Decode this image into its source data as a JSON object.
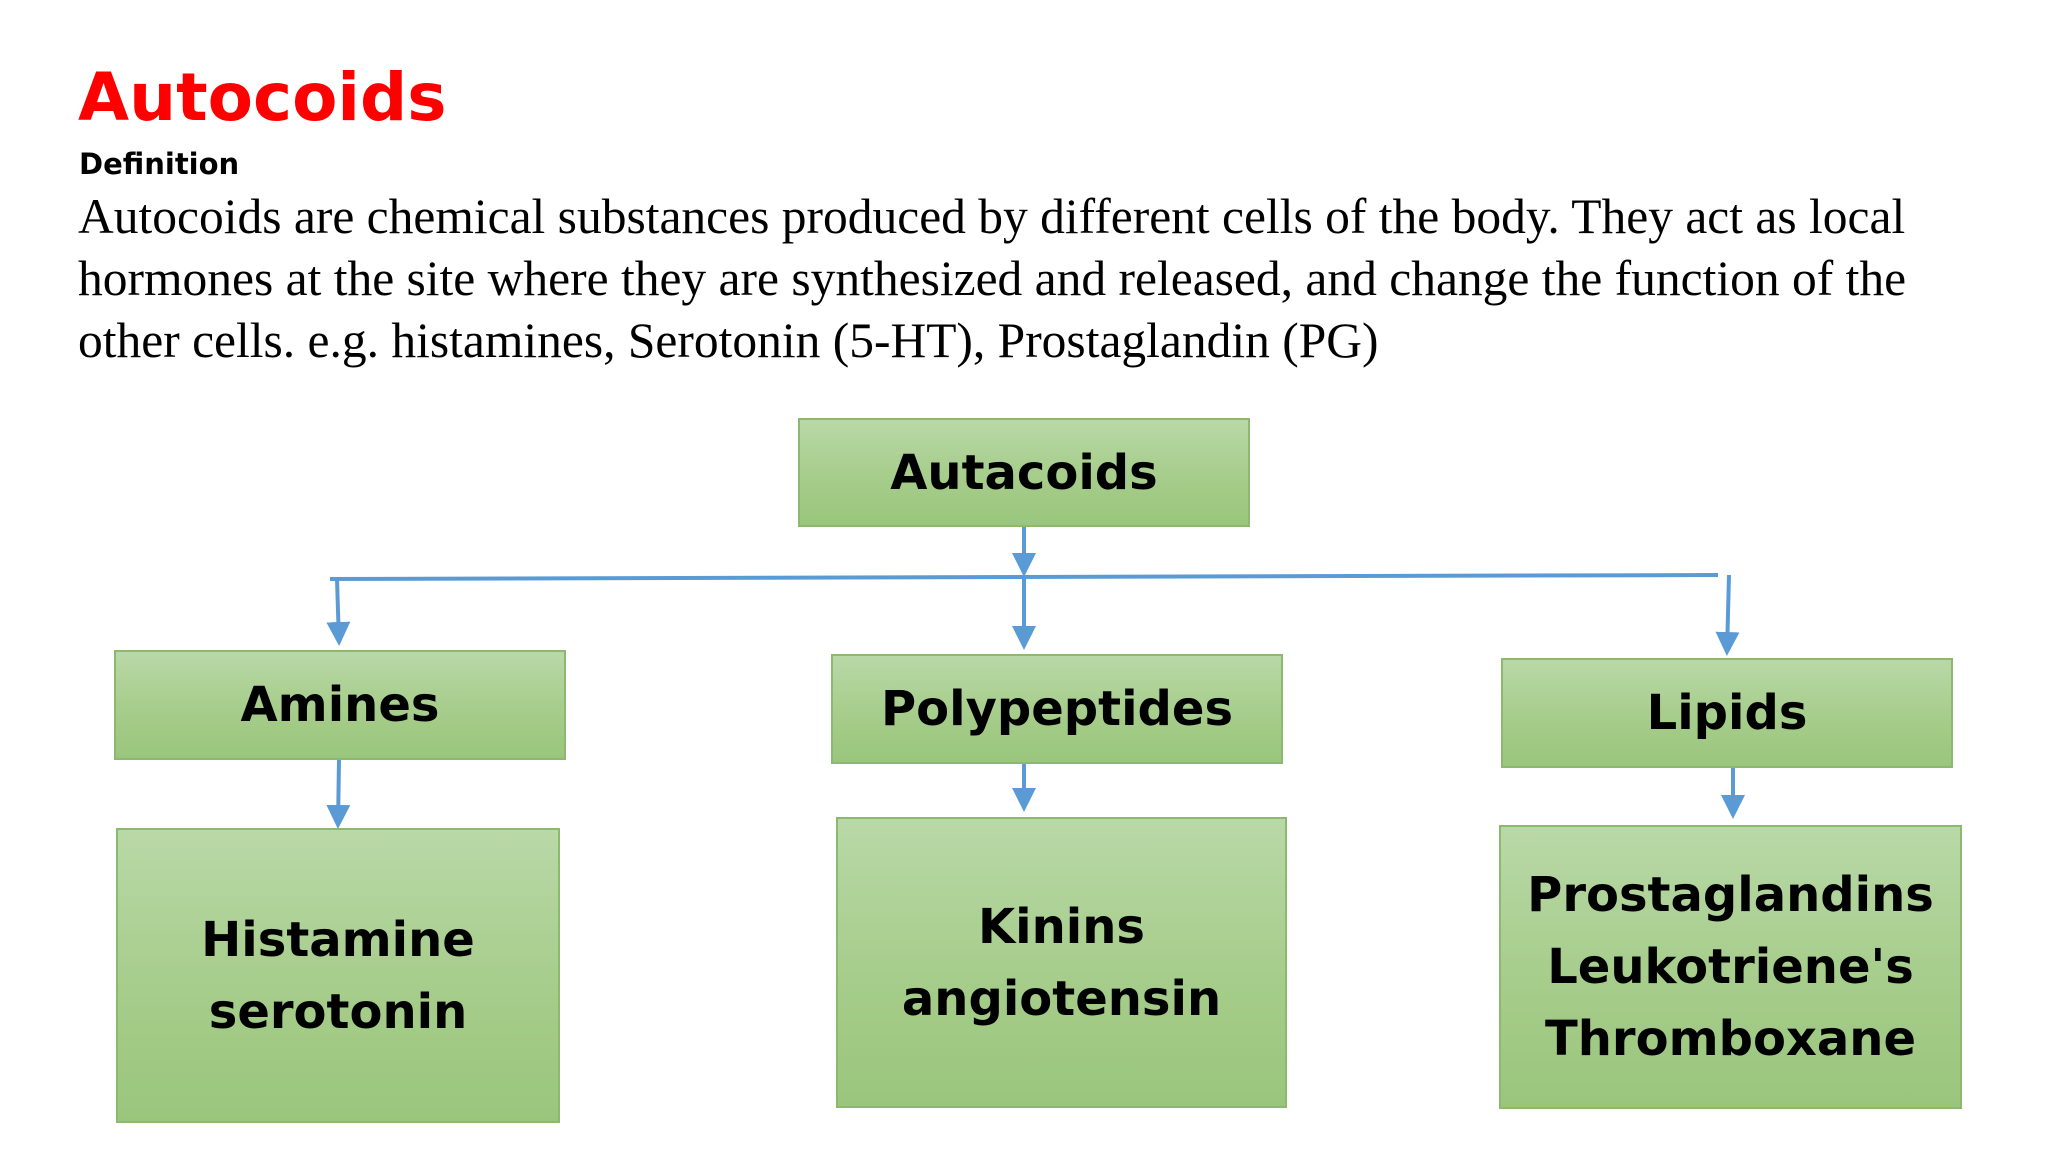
{
  "slide": {
    "title": "Autocoids",
    "subtitle": "Definition",
    "definition": "Autocoids are chemical substances produced by different cells of the body. They act as local hormones at the site where they are synthesized and released, and change the function of the other cells. e.g. histamines, Serotonin (5-HT), Prostaglandin (PG)"
  },
  "diagram": {
    "root": "Autacoids",
    "categories": [
      {
        "label": "Amines",
        "items": [
          "Histamine",
          "serotonin"
        ]
      },
      {
        "label": "Polypeptides",
        "items": [
          "Kinins",
          "angiotensin"
        ]
      },
      {
        "label": "Lipids",
        "items": [
          "Prostaglandins",
          "Leukotriene's",
          "Thromboxane"
        ]
      }
    ]
  },
  "colors": {
    "title": "#ff0000",
    "box_fill": "#a6cd8b",
    "box_border": "#8cb86f",
    "connector": "#5b9bd5"
  }
}
